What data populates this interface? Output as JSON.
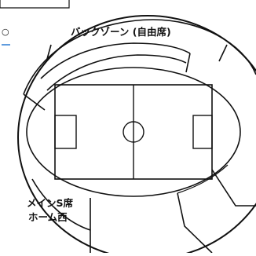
{
  "stadium_map": {
    "back_zone_label": "バックゾーン (自由席)",
    "main_stand_label_line1": "メインS席",
    "main_stand_label_line2": "ホーム西",
    "corner_mark": "○"
  },
  "colors": {
    "line": "#111111",
    "background": "#ffffff",
    "accent": "#2a7bd3"
  }
}
